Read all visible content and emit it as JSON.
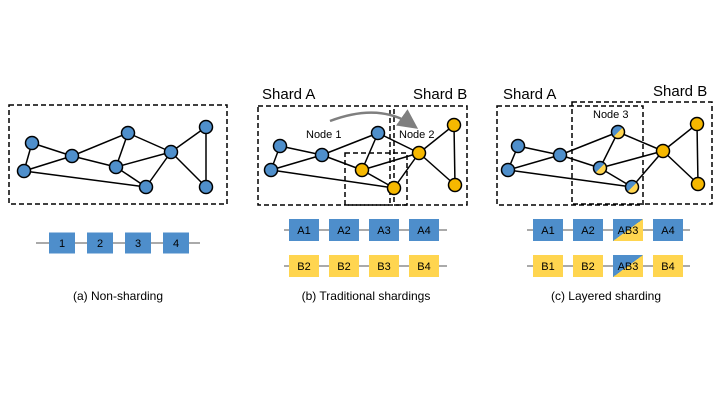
{
  "colors": {
    "blue": "#4f8fcb",
    "yellow": "#f6b800",
    "block_blue": "#4e8ecb",
    "block_yellow": "#ffd54f",
    "line_gray": "#aaaaaa",
    "arrow_gray": "#7f7f7f"
  },
  "panels": [
    {
      "id": "a",
      "caption": "(a) Non-sharding",
      "rows": [
        {
          "blocks": [
            {
              "label": "1",
              "fill": "blue"
            },
            {
              "label": "2",
              "fill": "blue"
            },
            {
              "label": "3",
              "fill": "blue"
            },
            {
              "label": "4",
              "fill": "blue"
            }
          ]
        }
      ]
    },
    {
      "id": "b",
      "caption": "(b) Traditional shardings",
      "shard_labels": [
        "Shard A",
        "Shard B"
      ],
      "node_labels": [
        "Node 1",
        "Node 2"
      ],
      "rows": [
        {
          "blocks": [
            {
              "label": "A1",
              "fill": "blue"
            },
            {
              "label": "A2",
              "fill": "blue"
            },
            {
              "label": "A3",
              "fill": "blue"
            },
            {
              "label": "A4",
              "fill": "blue"
            }
          ]
        },
        {
          "blocks": [
            {
              "label": "B2",
              "fill": "yellow"
            },
            {
              "label": "B2",
              "fill": "yellow"
            },
            {
              "label": "B3",
              "fill": "yellow"
            },
            {
              "label": "B4",
              "fill": "yellow"
            }
          ]
        }
      ]
    },
    {
      "id": "c",
      "caption": "(c) Layered sharding",
      "shard_labels": [
        "Shard A",
        "Shard B"
      ],
      "node_labels": [
        "Node 3"
      ],
      "rows": [
        {
          "blocks": [
            {
              "label": "A1",
              "fill": "blue"
            },
            {
              "label": "A2",
              "fill": "blue"
            },
            {
              "label": "AB3",
              "fill": "split"
            },
            {
              "label": "A4",
              "fill": "blue"
            }
          ]
        },
        {
          "blocks": [
            {
              "label": "B1",
              "fill": "yellow"
            },
            {
              "label": "B2",
              "fill": "yellow"
            },
            {
              "label": "AB3",
              "fill": "split"
            },
            {
              "label": "B4",
              "fill": "yellow"
            }
          ]
        }
      ]
    }
  ]
}
